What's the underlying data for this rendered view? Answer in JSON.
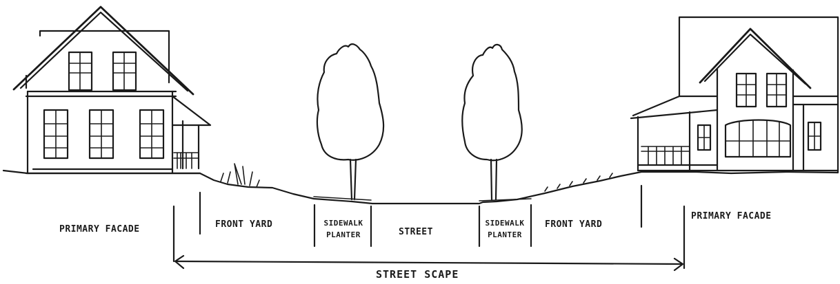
{
  "labels": {
    "primary_facade_left": "PRIMARY FACADE",
    "front_yard_left": "FRONT YARD",
    "sidewalk_left_line1": "SIDEWALK",
    "sidewalk_left_line2": "PLANTER",
    "street": "STREET",
    "sidewalk_right_line1": "SIDEWALK",
    "sidewalk_right_line2": "PLANTER",
    "front_yard_right": "FRONT YARD",
    "primary_facade_right": "PRIMARY FACADE",
    "streetscape": "STREET SCAPE"
  }
}
